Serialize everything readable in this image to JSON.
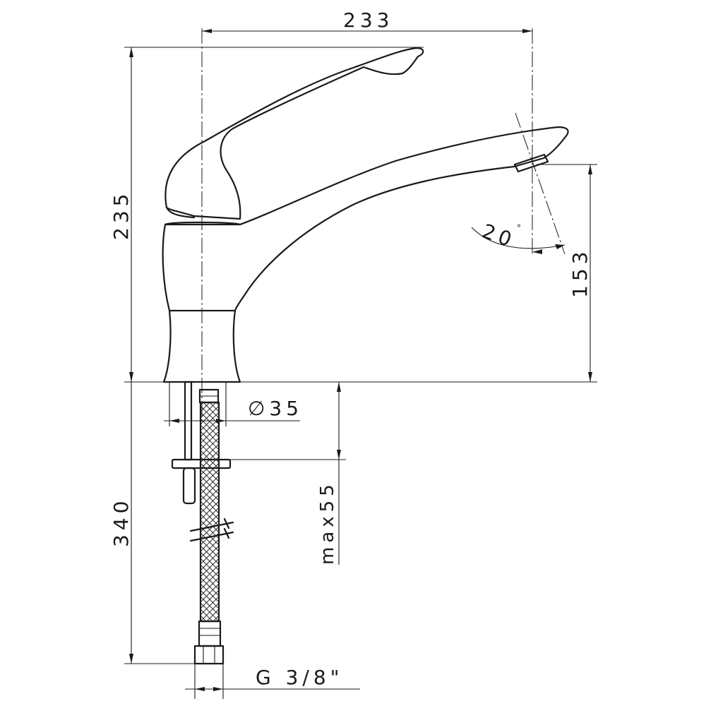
{
  "dimensions": {
    "width": "233",
    "height": "235",
    "spout_height": "153",
    "diameter": "∅35",
    "max_thickness": "max55",
    "hose_length": "340",
    "thread": "G 3/8\"",
    "aerator_angle": "20",
    "degree_symbol": "°"
  },
  "colors": {
    "line": "#1a1a1a",
    "background": "#ffffff"
  }
}
